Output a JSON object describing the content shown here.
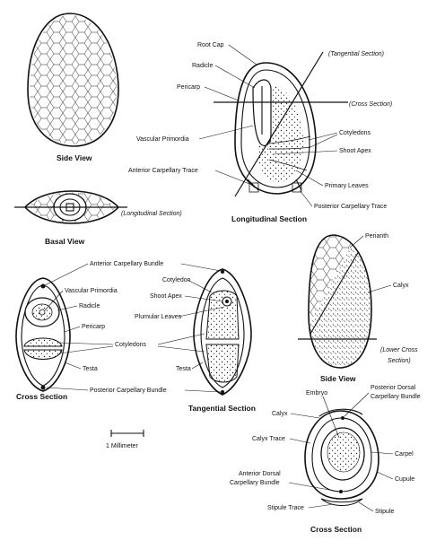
{
  "views": {
    "side_view_1": "Side View",
    "basal_view": "Basal View",
    "longitudinal_section": "Longitudinal Section",
    "cross_section_1": "Cross Section",
    "tangential_section": "Tangential Section",
    "side_view_2": "Side View",
    "cross_section_2": "Cross Section"
  },
  "labels": {
    "root_cap": "Root Cap",
    "radicle": "Radicle",
    "pericarp": "Pericarp",
    "vascular_primordia": "Vascular Primordia",
    "anterior_carpellary_trace": "Anterior Carpellary Trace",
    "tangential_section_note": "(Tangential Section)",
    "cross_section_note": "(Cross Section)",
    "cotyledons": "Cotyledons",
    "shoot_apex": "Shoot Apex",
    "primary_leaves": "Primary Leaves",
    "posterior_carpellary_trace": "Posterior Carpellary Trace",
    "longitudinal_section_note": "(Longitudinal Section)",
    "anterior_carpellary_bundle": "Anterior Carpellary Bundle",
    "vascular_primordia_2": "Vascular Primordia",
    "radicle_2": "Radicle",
    "pericarp_2": "Pericarp",
    "cotyledons_2": "Cotyledons",
    "testa_left": "Testa",
    "posterior_carpellary_bundle": "Posterior Carpellary Bundle",
    "cotyledon": "Cotyledon",
    "shoot_apex_2": "Shoot Apex",
    "plumular_leaves": "Plumular Leaves",
    "testa_right": "Testa",
    "perianth": "Perianth",
    "calyx": "Calyx",
    "lower_cross_note_1": "(Lower Cross",
    "lower_cross_note_2": "Section)",
    "embryo": "Embryo",
    "posterior_dorsal_1": "Posterior Dorsal",
    "posterior_dorsal_2": "Carpellary Bundle",
    "calyx_2": "Calyx",
    "calyx_trace": "Calyx Trace",
    "carpel": "Carpel",
    "anterior_dorsal_1": "Anterior Dorsal",
    "anterior_dorsal_2": "Carpellary Bundle",
    "cupule": "Cupule",
    "stipule": "Stipule",
    "stipule_trace": "Stipule Trace"
  },
  "scale_bar": {
    "label": "1 Millimeter"
  }
}
